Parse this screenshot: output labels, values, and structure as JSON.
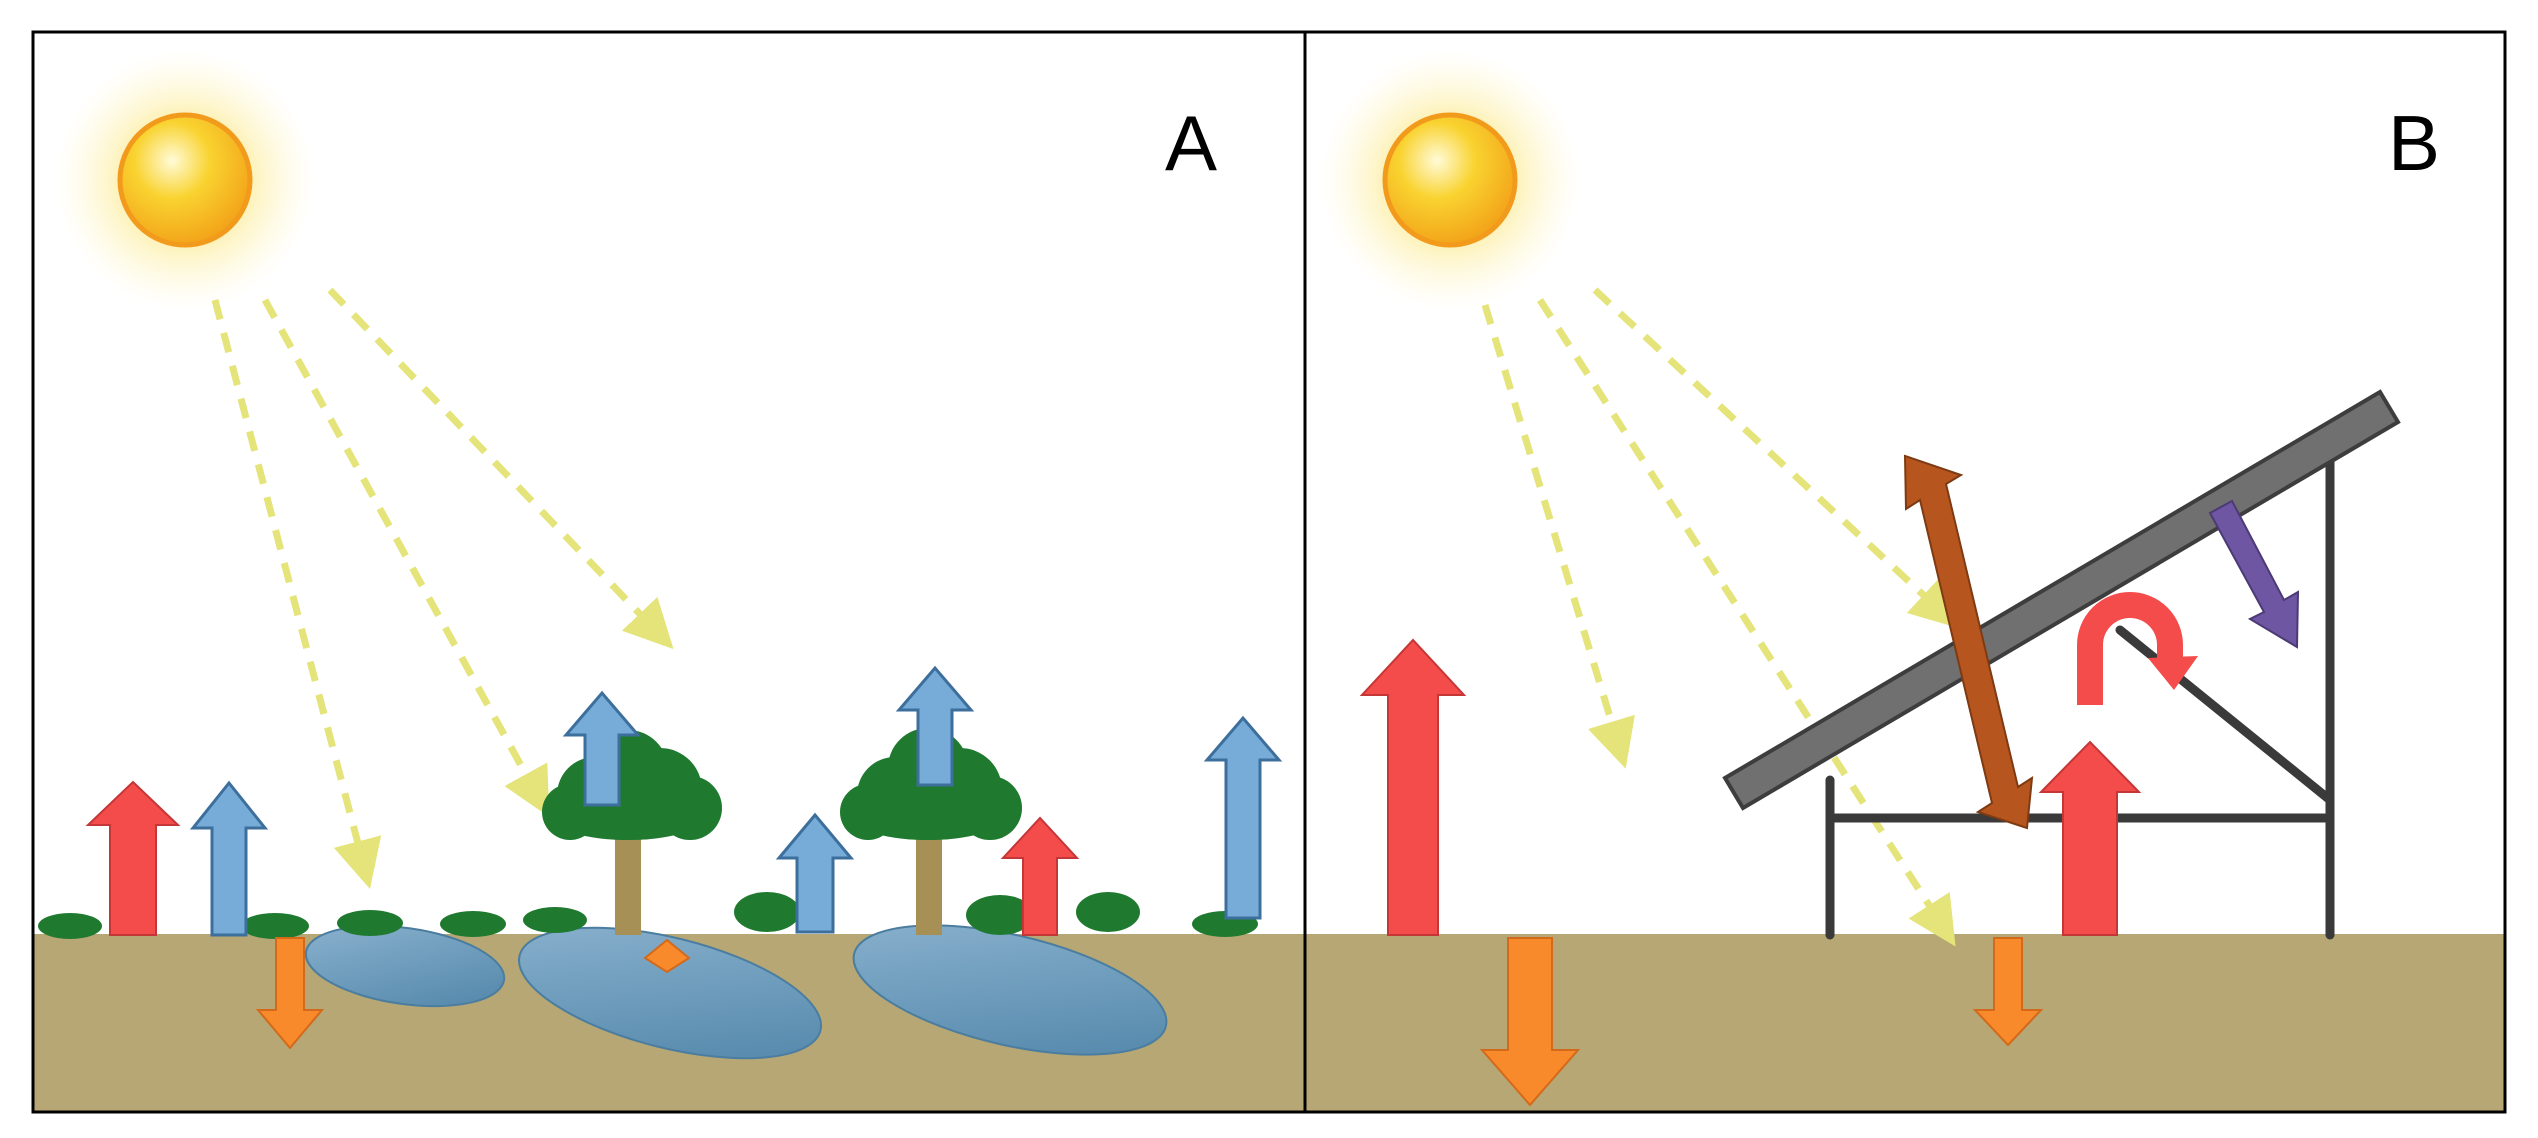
{
  "panels": [
    {
      "id": "A",
      "label": "A"
    },
    {
      "id": "B",
      "label": "B"
    }
  ],
  "colors": {
    "sky": "#ffffff",
    "ground": "#b6a775",
    "sun_core": "#f8c91a",
    "sun_rim": "#f29a1c",
    "sun_glow": "#fbe98e",
    "sunlight_ray": "#e4e47a",
    "heat_up_arrow": "#f44b4b",
    "evapotranspiration_arrow": "#78acd8",
    "ground_heat_arrow": "#f88a2b",
    "longwave_arrow": "#b6561e",
    "panel_back_arrow": "#6e56a2",
    "convection_loop": "#f44b4b",
    "vegetation": "#1f7a30",
    "tree_trunk": "#a69055",
    "soil_water": "#6d9bba",
    "solar_panel": "#707070",
    "frame": "#3a3a3a",
    "border": "#000000"
  },
  "icons": [
    "sun-icon",
    "tree-icon",
    "grass-tuft-icon",
    "solar-panel-icon",
    "arrow-icon",
    "u-turn-arrow-icon"
  ]
}
